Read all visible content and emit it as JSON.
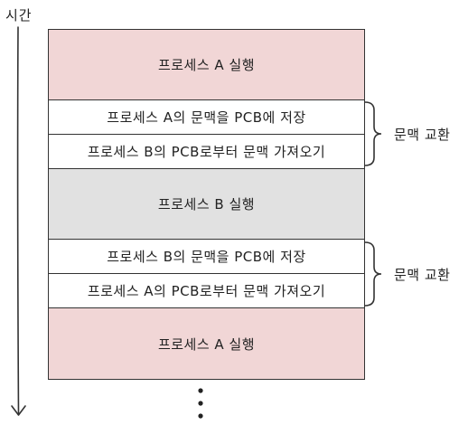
{
  "time_label": "시간",
  "blocks": [
    {
      "text": "프로세스 A 실행",
      "kind": "exec",
      "color": "#f1d6d6"
    },
    {
      "text": "프로세스 A의 문맥을 PCB에 저장",
      "kind": "step"
    },
    {
      "text": "프로세스 B의 PCB로부터 문맥 가져오기",
      "kind": "step"
    },
    {
      "text": "프로세스 B 실행",
      "kind": "exec",
      "color": "#e1e1e1"
    },
    {
      "text": "프로세스 B의 문맥을 PCB에 저장",
      "kind": "step"
    },
    {
      "text": "프로세스 A의 PCB로부터 문맥 가져오기",
      "kind": "step"
    },
    {
      "text": "프로세스 A 실행",
      "kind": "exec",
      "color": "#f1d6d6"
    }
  ],
  "braces": [
    {
      "label": "문맥 교환"
    },
    {
      "label": "문맥 교환"
    }
  ]
}
